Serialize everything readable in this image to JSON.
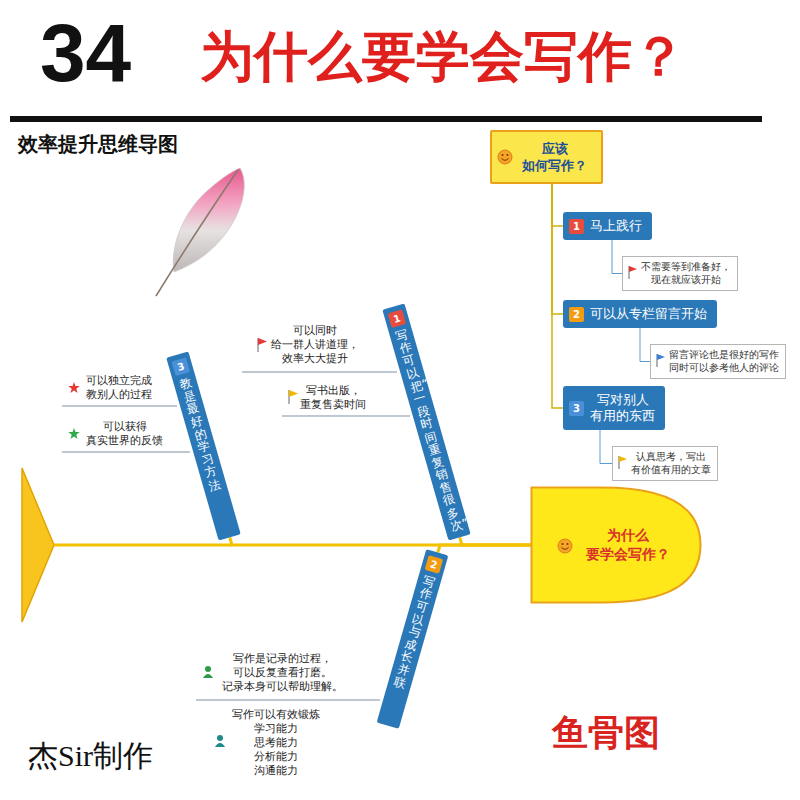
{
  "diagram": {
    "title": "为什么要学会写作？",
    "nodes": [
      {
        "text": [
          "应该 如何写作？"
        ]
      },
      {
        "text": [
          "1",
          "马上践行"
        ]
      },
      {
        "text": [
          "不需要等到准备好， 现在就应该开始"
        ]
      },
      {
        "text": [
          "2",
          "可以从专栏留言开始"
        ]
      },
      {
        "text": [
          "留言评论也是很好的写作 同时可以参考他人的评论"
        ]
      },
      {
        "text": [
          "3",
          "写对别人 有用的东西"
        ]
      },
      {
        "text": [
          "认真思考，写出 有价值有用的文章"
        ]
      },
      {
        "text": [
          "3",
          "教是最好的学习方法"
        ]
      },
      {
        "text": [
          "1",
          "写作可以把“同一段时间重复销售很多次”"
        ]
      },
      {
        "text": [
          "为什么 要学会写作？"
        ]
      },
      {
        "text": [
          "2",
          "写作可以与成长并联"
        ]
      }
    ],
    "edges": [
      {
        "from": 0,
        "to": 1,
        "arrow": "none"
      },
      {
        "from": 0,
        "to": 3,
        "arrow": "none"
      },
      {
        "from": 0,
        "to": 5,
        "arrow": "none"
      },
      {
        "from": 1,
        "to": 2,
        "arrow": "none"
      },
      {
        "from": 3,
        "to": 4,
        "arrow": "none"
      },
      {
        "from": 5,
        "to": 6,
        "arrow": "none"
      },
      {
        "from": 7,
        "to": 9,
        "arrow": "none"
      },
      {
        "from": 8,
        "to": 9,
        "arrow": "none"
      },
      {
        "from": 10,
        "to": 9,
        "arrow": "none"
      }
    ],
    "labels": [
      "34",
      "效率提升思维导图",
      "可以同时 给一群人讲道理， 效率大大提升",
      "写书出版， 重复售卖时间",
      "可以独立完成 教别人的过程",
      "可以获得 真实世界的反馈",
      "写作是记录的过程， 可以反复查看打磨。 记录本身可以帮助理解。",
      "写作可以有效锻炼 学习能力 思考能力 分析能力 沟通能力",
      "杰Sir制作",
      "鱼骨图"
    ]
  }
}
